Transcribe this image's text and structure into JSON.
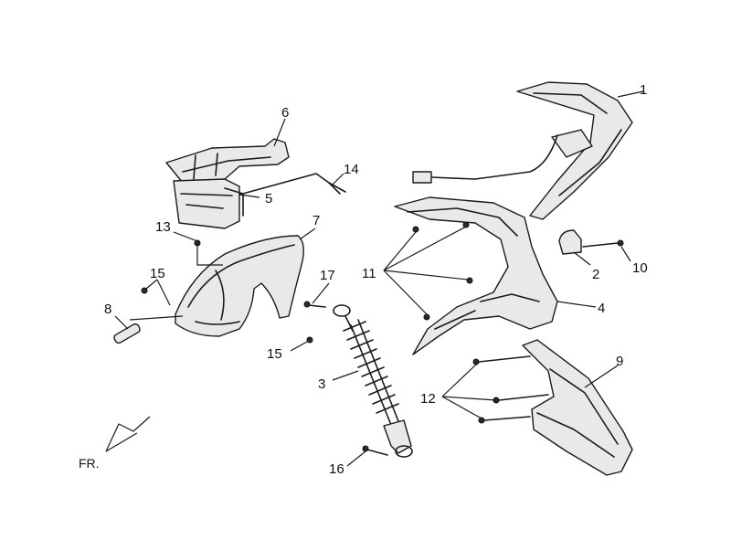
{
  "callouts": {
    "c1": "1",
    "c2": "2",
    "c3": "3",
    "c4": "4",
    "c5": "5",
    "c6": "6",
    "c7": "7",
    "c8": "8",
    "c9": "9",
    "c10": "10",
    "c11": "11",
    "c12": "12",
    "c13": "13",
    "c14": "14",
    "c15a": "15",
    "c15b": "15",
    "c16": "16",
    "c17": "17"
  },
  "orientation_label": "FR."
}
